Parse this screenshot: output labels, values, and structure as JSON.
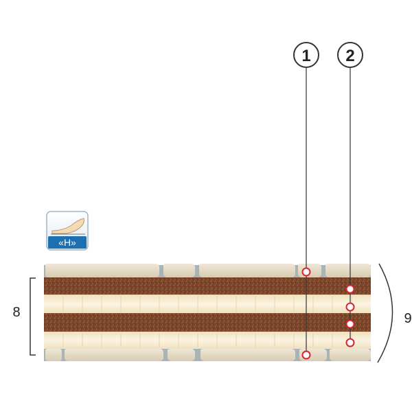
{
  "callouts": [
    {
      "label": "1"
    },
    {
      "label": "2"
    }
  ],
  "dimensions": {
    "core_height": "8",
    "total_height": "9"
  },
  "badge": {
    "label": "«H»",
    "icon": "hand-on-surface-icon",
    "colors": {
      "frame": "#1c6fb0",
      "background": "#e8f0f7",
      "hand": "#f3dcb4"
    }
  },
  "colors": {
    "outer_layer": "#e6dcc7",
    "coir": "#7a4428",
    "foam": "#f4ebd2",
    "marker": "#d9232e",
    "leader": "#333333"
  }
}
